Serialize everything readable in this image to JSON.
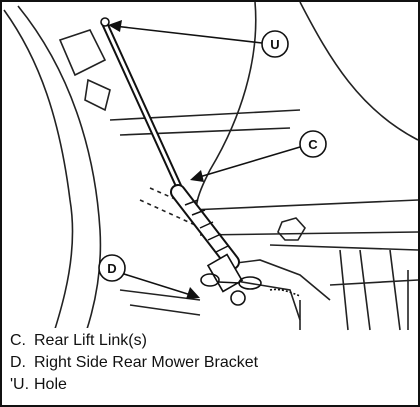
{
  "callouts": [
    {
      "id": "U",
      "label": "U"
    },
    {
      "id": "C",
      "label": "C"
    },
    {
      "id": "D",
      "label": "D"
    }
  ],
  "legend": [
    {
      "key": "C.",
      "text": "Rear Lift Link(s)"
    },
    {
      "key": "D.",
      "text": "Right Side Rear Mower Bracket"
    },
    {
      "key": "'U.",
      "text": "Hole"
    }
  ]
}
